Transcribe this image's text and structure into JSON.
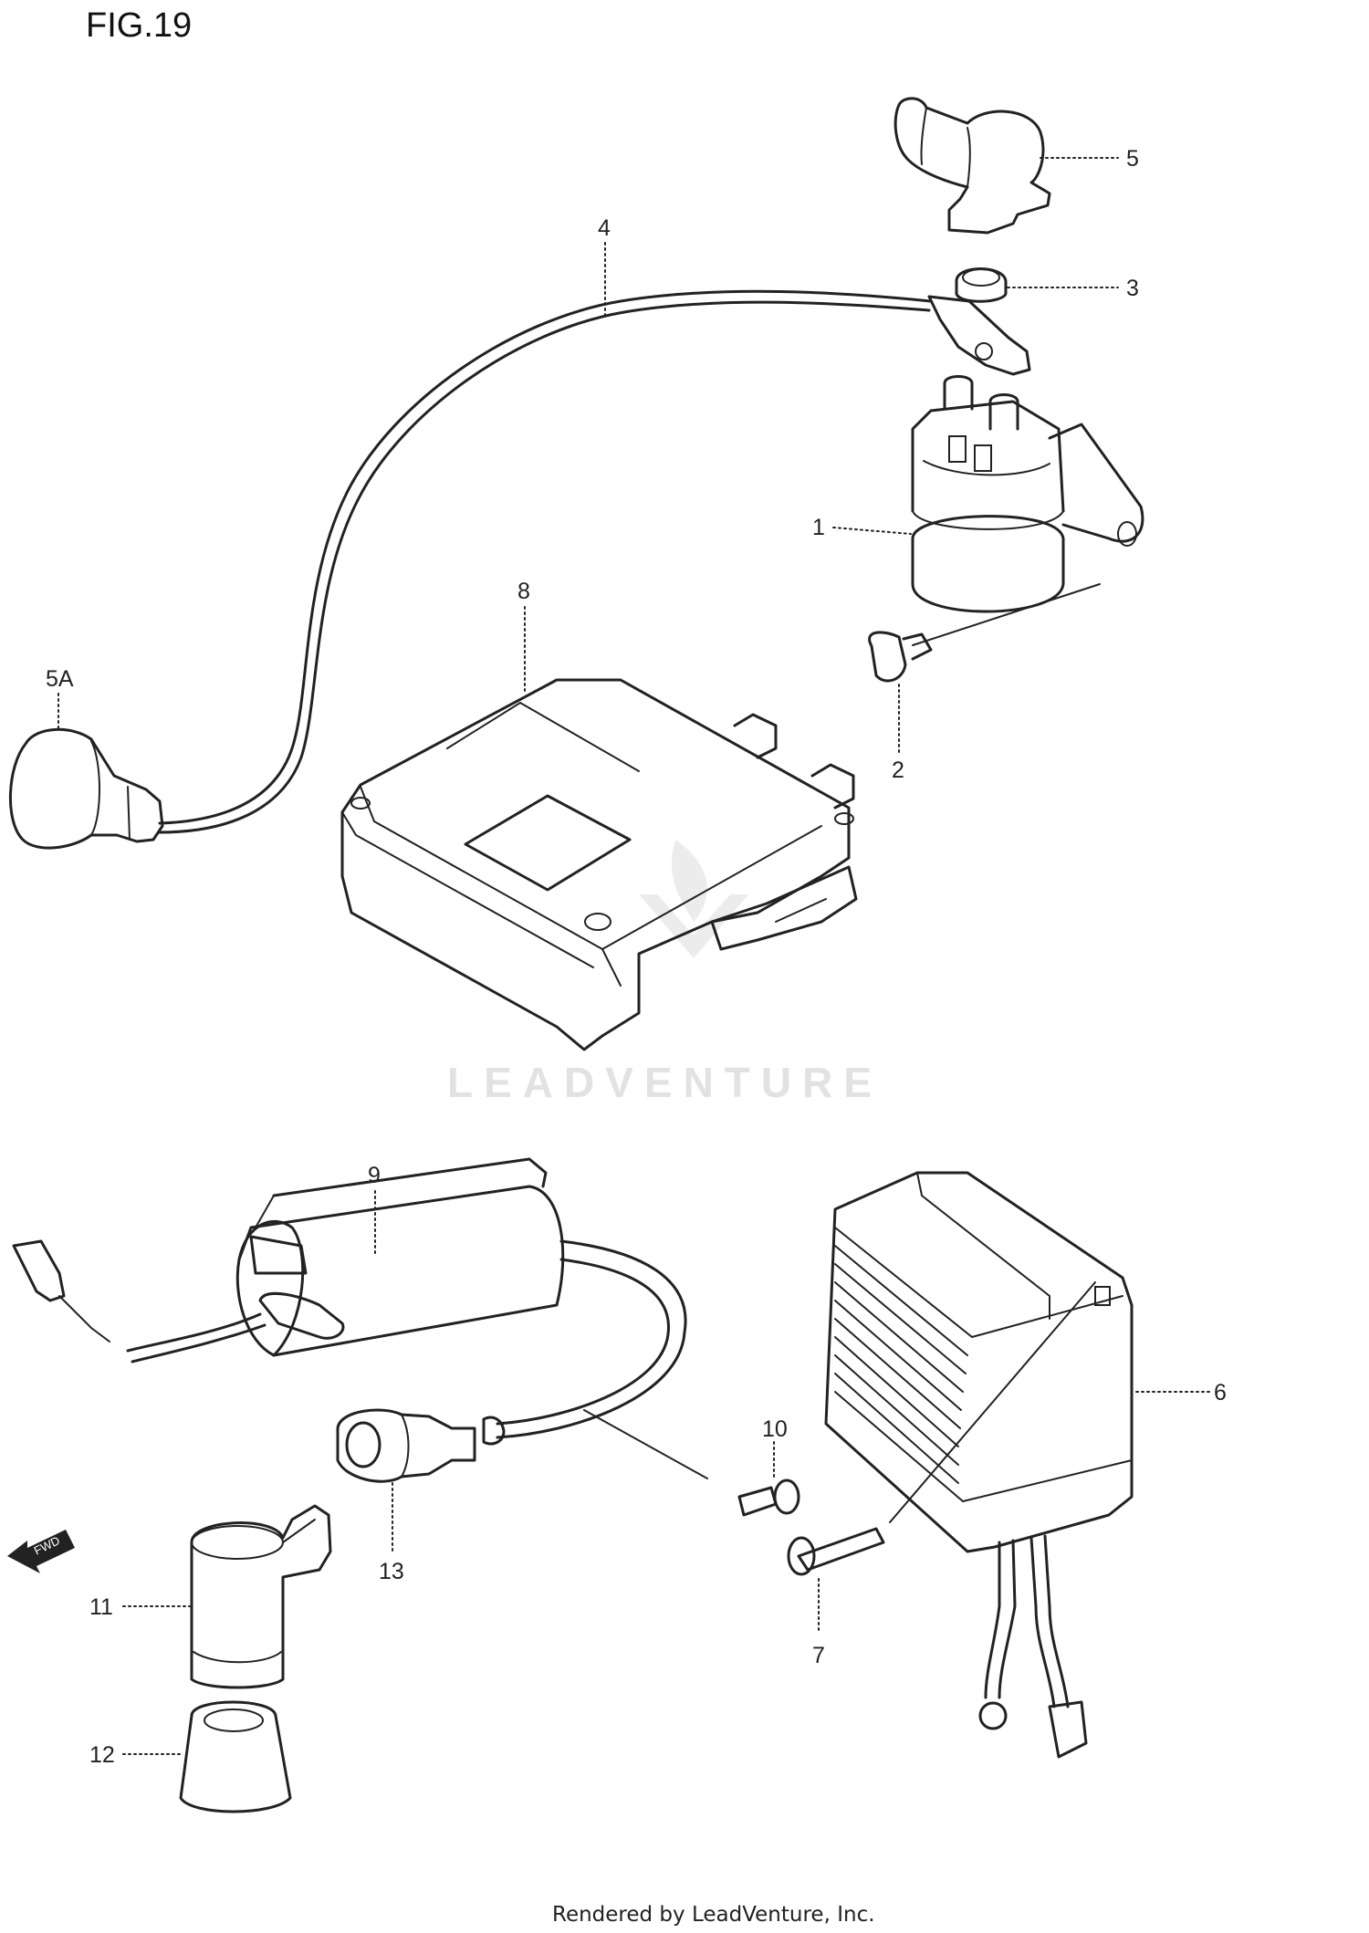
{
  "figure_title": "FIG.19",
  "watermark": "LEADVENTURE",
  "footer": "Rendered by LeadVenture, Inc.",
  "direction_badge": "FWD",
  "callouts": {
    "p1": "1",
    "p2": "2",
    "p3": "3",
    "p4": "4",
    "p5": "5",
    "p5a": "5A",
    "p6": "6",
    "p7": "7",
    "p8": "8",
    "p9": "9",
    "p10": "10",
    "p11": "11",
    "p12": "12",
    "p13": "13"
  }
}
